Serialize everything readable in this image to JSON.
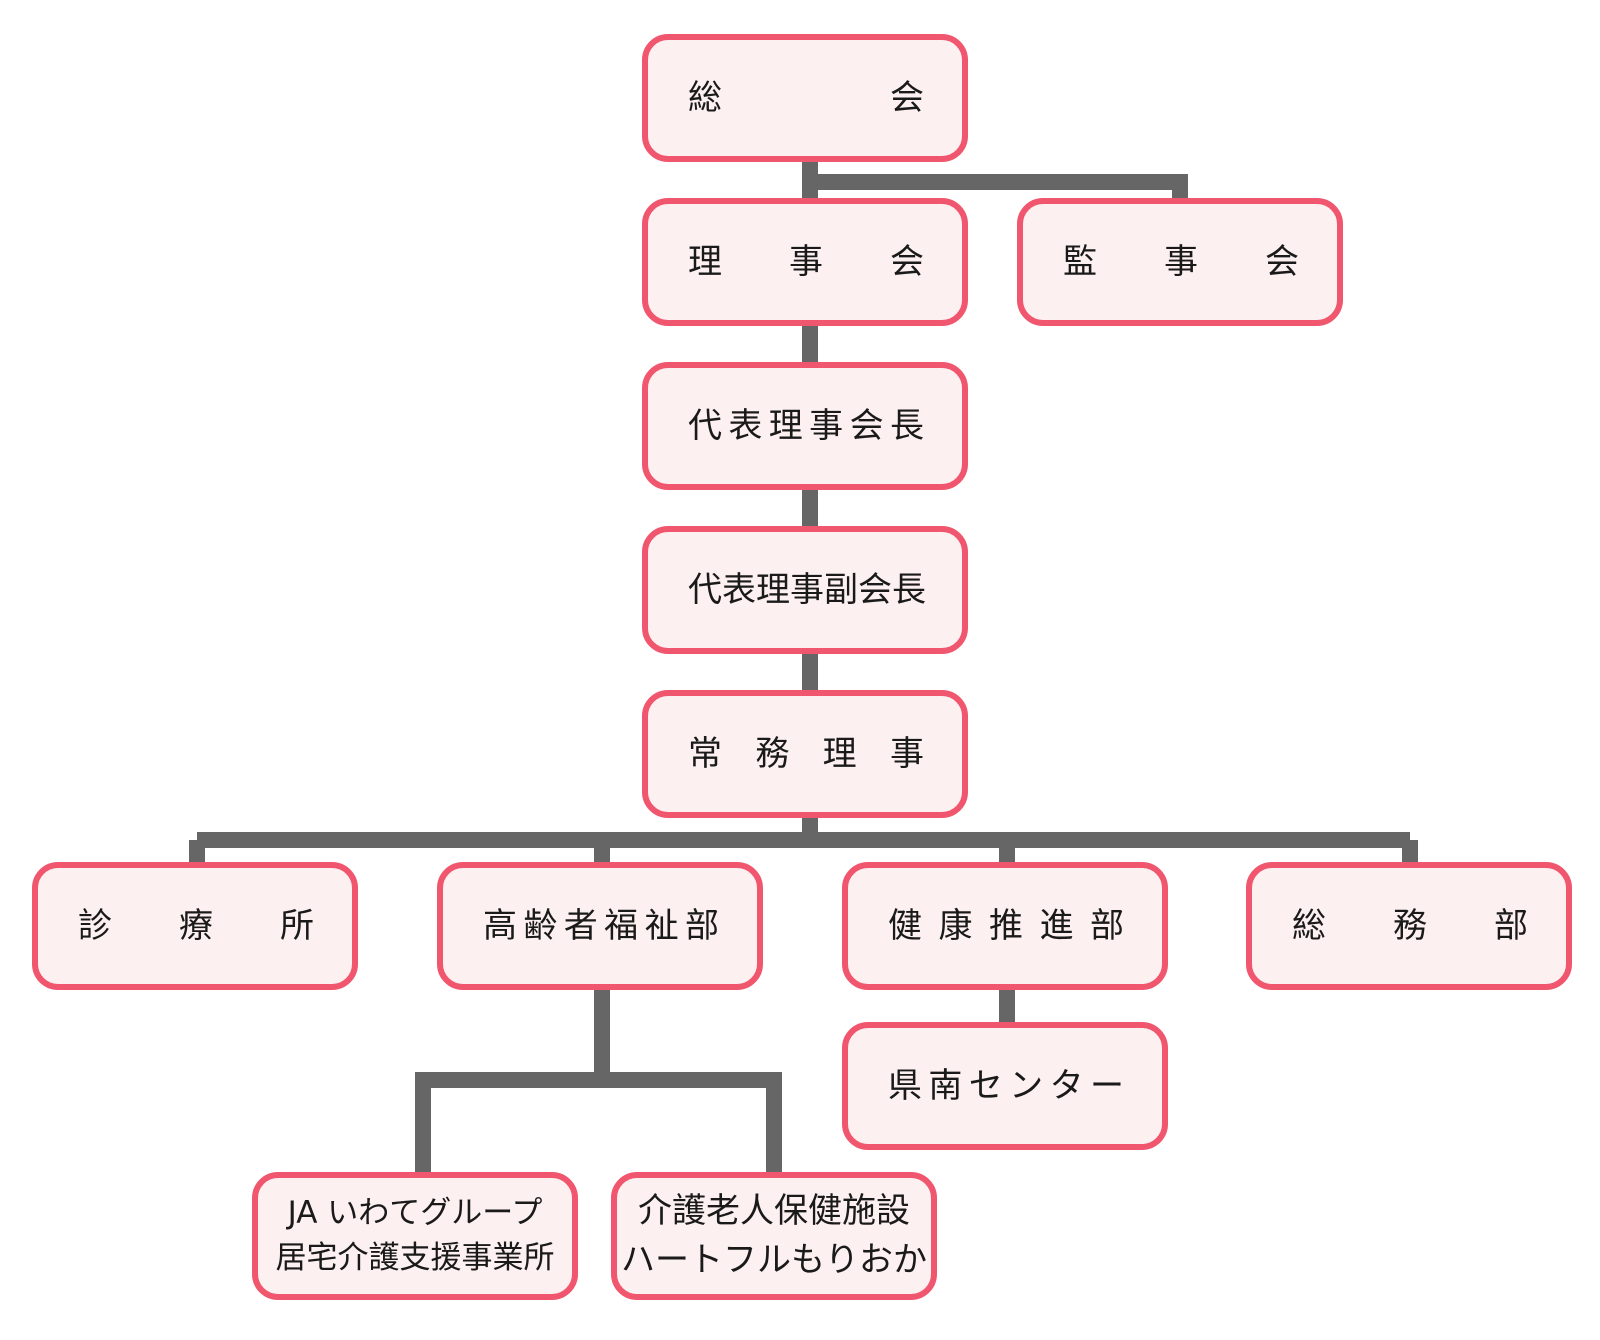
{
  "colors": {
    "box_border": "#f0566e",
    "box_fill": "#fdf0f0",
    "connector": "#666666",
    "text": "#1a1a1a"
  },
  "nodes": {
    "general_assembly": {
      "label": "総会"
    },
    "board_of_directors": {
      "label": "理事会"
    },
    "board_of_auditors": {
      "label": "監事会"
    },
    "representative_chairman": {
      "label": "代表理事会長"
    },
    "representative_vice_chairman": {
      "label": "代表理事副会長"
    },
    "managing_director": {
      "label": "常務理事"
    },
    "clinic": {
      "label": "診療所"
    },
    "elderly_welfare_dept": {
      "label": "高齢者福祉部"
    },
    "health_promotion_dept": {
      "label": "健康推進部"
    },
    "general_affairs_dept": {
      "label": "総務部"
    },
    "kennan_center": {
      "label": "県南センター"
    },
    "care_support_office": {
      "line1": "JA いわてグループ",
      "line2": "居宅介護支援事業所"
    },
    "care_facility": {
      "line1": "介護老人保健施設",
      "line2": "ハートフルもりおか"
    }
  },
  "edges": [
    {
      "from": "総会",
      "to": "理事会"
    },
    {
      "from": "総会",
      "to": "監事会"
    },
    {
      "from": "理事会",
      "to": "代表理事会長"
    },
    {
      "from": "代表理事会長",
      "to": "代表理事副会長"
    },
    {
      "from": "代表理事副会長",
      "to": "常務理事"
    },
    {
      "from": "常務理事",
      "to": "診療所"
    },
    {
      "from": "常務理事",
      "to": "高齢者福祉部"
    },
    {
      "from": "常務理事",
      "to": "健康推進部"
    },
    {
      "from": "常務理事",
      "to": "総務部"
    },
    {
      "from": "高齢者福祉部",
      "to": "JA いわてグループ 居宅介護支援事業所"
    },
    {
      "from": "高齢者福祉部",
      "to": "介護老人保健施設 ハートフルもりおか"
    },
    {
      "from": "健康推進部",
      "to": "県南センター"
    }
  ]
}
